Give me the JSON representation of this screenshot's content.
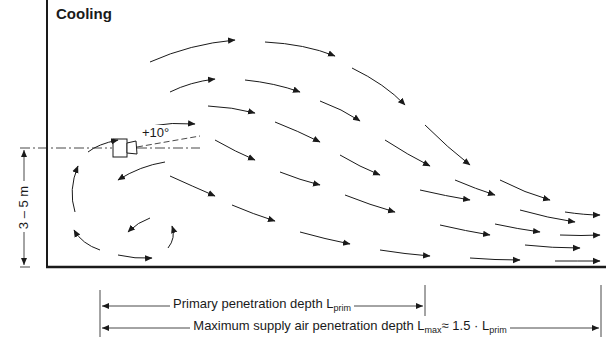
{
  "diagram": {
    "title": "Cooling",
    "labels": [
      "+10°",
      "3 – 5 m",
      "Primary penetration depth L",
      "prim",
      "Maximum supply air penetration depth L",
      "max",
      "≈ 1.5 · L",
      "prim"
    ]
  }
}
